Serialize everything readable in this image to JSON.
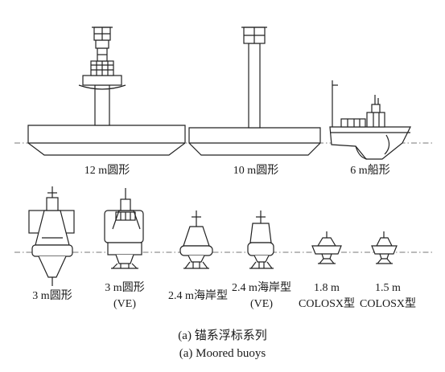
{
  "buoys": {
    "b12m": "12 m圆形",
    "b10m": "10 m圆形",
    "b6m": "6 m船形",
    "b3m": "3 m圆形",
    "b3mve_1": "3 m圆形",
    "b3mve_2": "(VE)",
    "b24": "2.4 m海岸型",
    "b24ve_1": "2.4 m海岸型",
    "b24ve_2": "(VE)",
    "b18_1": "1.8 m",
    "b18_2": "COLOSX型",
    "b15_1": "1.5 m",
    "b15_2": "COLOSX型"
  },
  "caption": {
    "zh": "(a) 锚系浮标系列",
    "en": "(a) Moored buoys"
  },
  "colors": {
    "line": "#222222",
    "water": "#777777"
  }
}
